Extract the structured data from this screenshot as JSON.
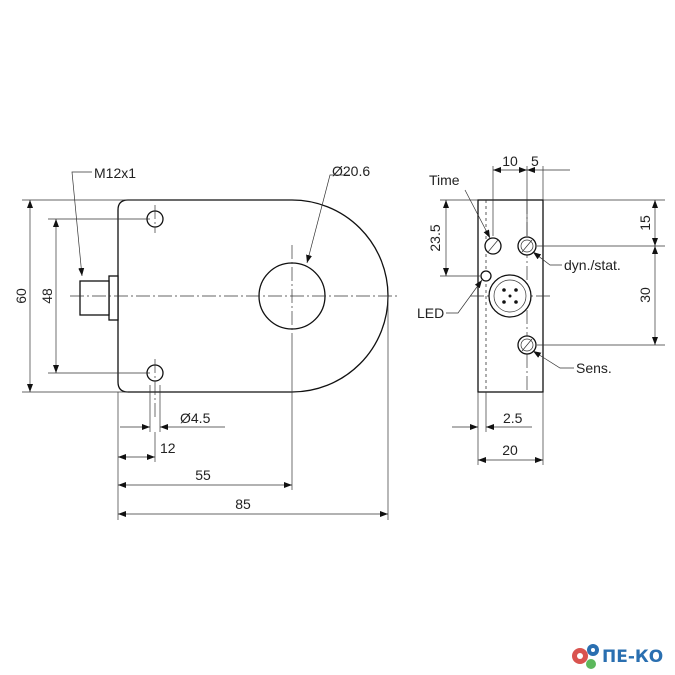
{
  "front_view": {
    "thread_label": "M12x1",
    "bore_label": "Ø20.6",
    "height_outer": "60",
    "height_holes": "48",
    "hole_diameter": "Ø4.5",
    "dim_12": "12",
    "dim_55": "55",
    "dim_85": "85"
  },
  "side_view": {
    "dim_10": "10",
    "dim_5": "5",
    "dim_23_5": "23.5",
    "dim_15": "15",
    "dim_30": "30",
    "dim_2_5": "2.5",
    "dim_20": "20",
    "time_label": "Time",
    "dyn_label": "dyn./stat.",
    "led_label": "LED",
    "sens_label": "Sens."
  },
  "logo": {
    "text": "ПЕ-КО",
    "color": "#2a6fb0"
  }
}
